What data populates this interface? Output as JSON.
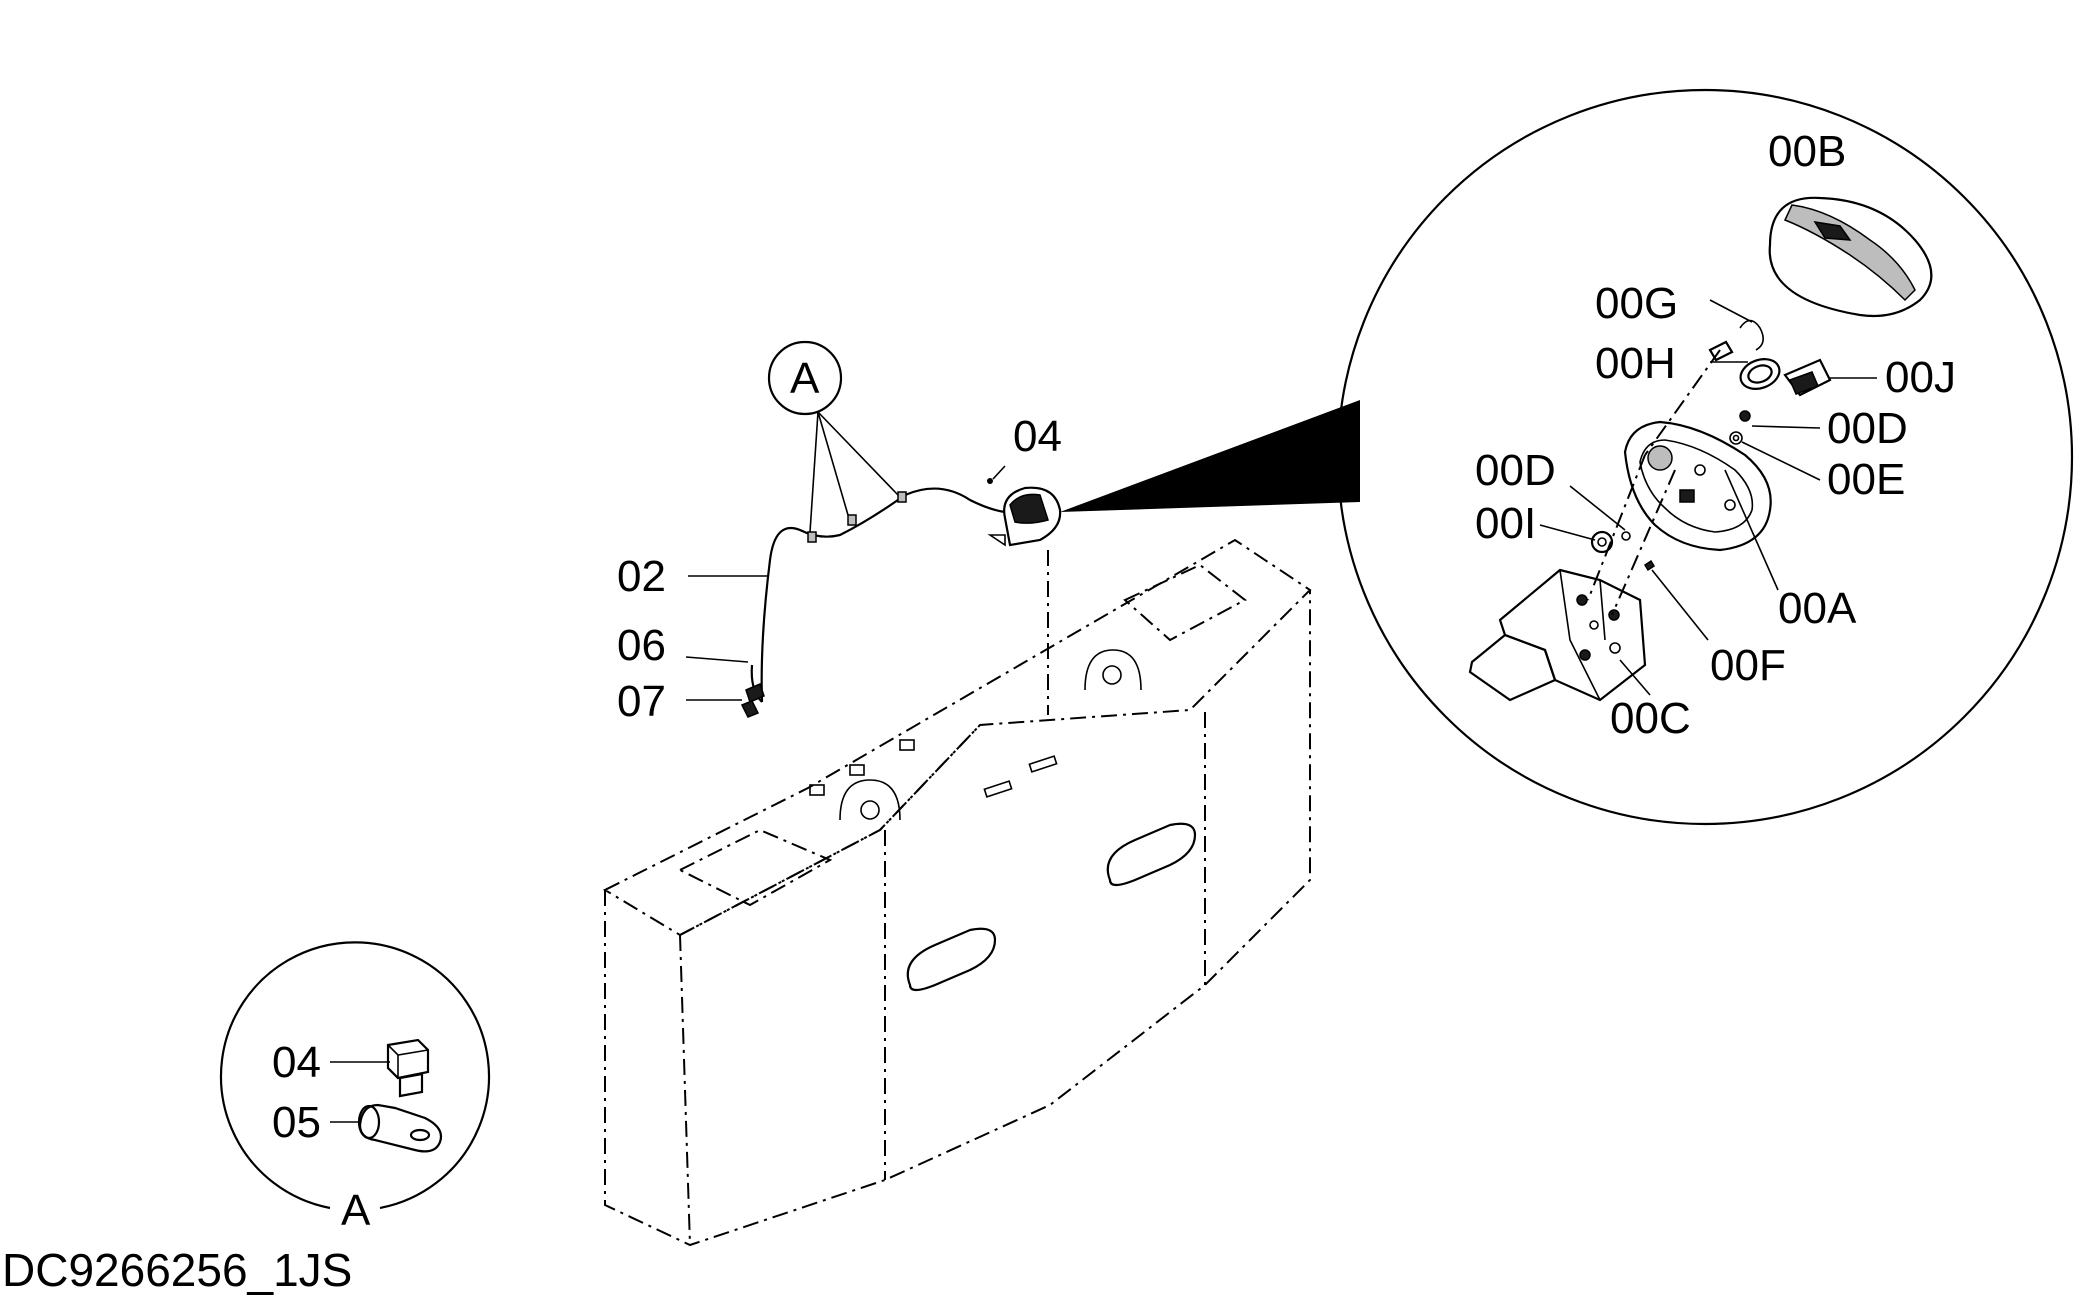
{
  "diagram_id": "DC9266256_1JS",
  "main_labels": {
    "callout_a": "A",
    "harness": "02",
    "bolt_top": "04",
    "part_06": "06",
    "part_07": "07"
  },
  "detail_a": {
    "title": "A",
    "bolt": "04",
    "clamp": "05"
  },
  "lamp_detail": {
    "lens": "00B",
    "label_g": "00G",
    "label_h": "00H",
    "label_j": "00J",
    "label_d_right": "00D",
    "label_e": "00E",
    "label_d_left": "00D",
    "label_i": "00I",
    "housing": "00A",
    "label_f": "00F",
    "bracket": "00C"
  }
}
